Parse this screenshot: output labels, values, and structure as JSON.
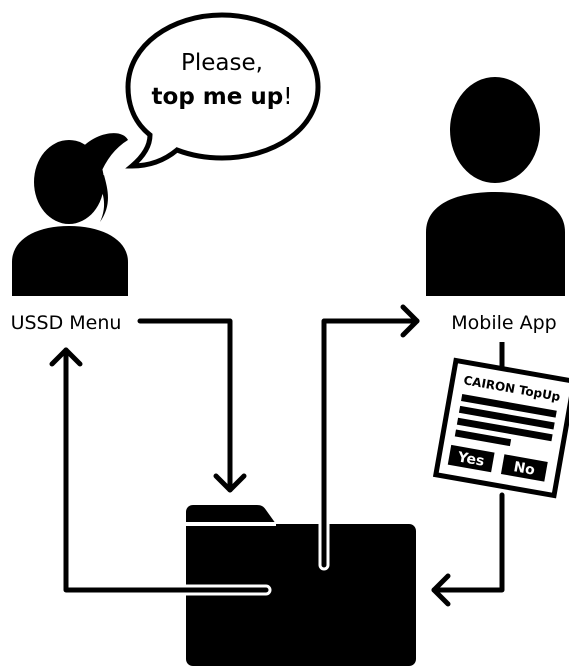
{
  "speech_bubble": {
    "line1": "Please,",
    "line2_bold": "top me up",
    "line2_end": "!"
  },
  "left_user": {
    "label": "USSD Menu"
  },
  "right_user": {
    "label": "Mobile App"
  },
  "phone_card": {
    "title": "CAIRON TopUp",
    "yes_label": "Yes",
    "no_label": "No"
  },
  "colors": {
    "ink": "#000000",
    "background": "#ffffff"
  },
  "icons": [
    "speech-bubble-icon",
    "woman-user-icon",
    "man-user-icon",
    "phone-screen-icon",
    "folder-icon",
    "gear-icon",
    "arrow-icon"
  ]
}
